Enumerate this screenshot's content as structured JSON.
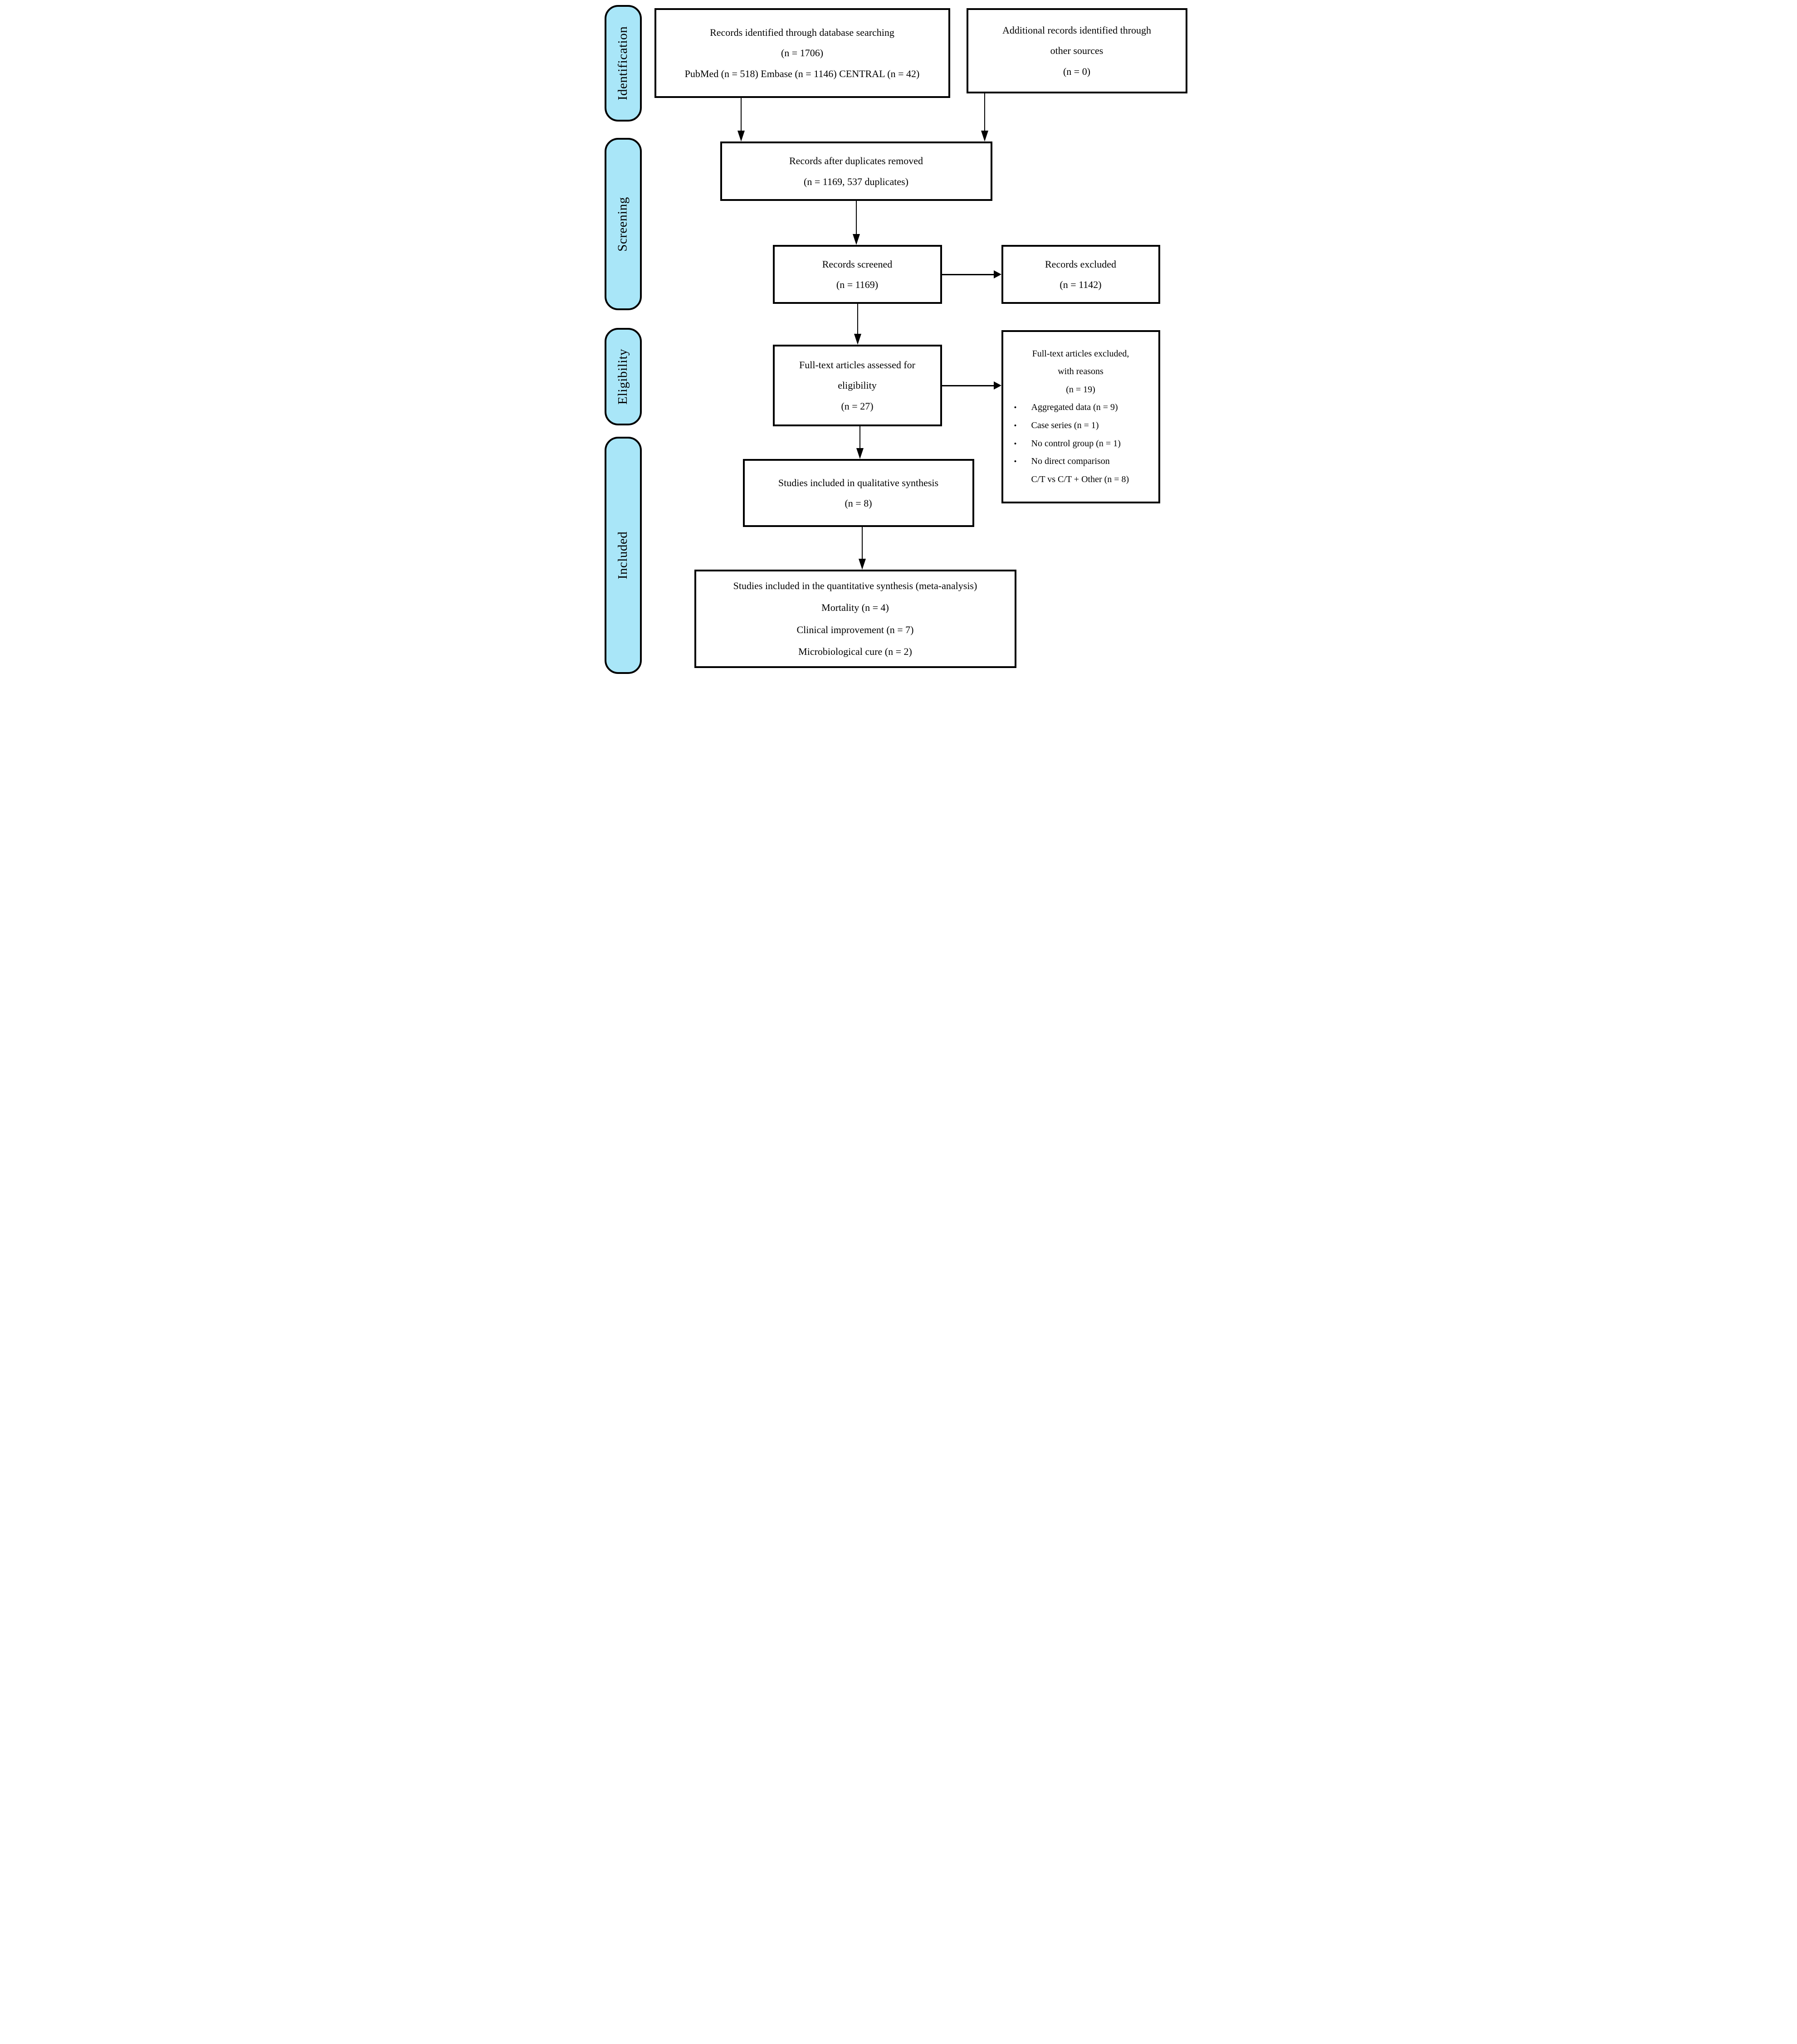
{
  "colors": {
    "stage_fill": "#A9E6F8",
    "box_fill": "#FFFFFF",
    "line_color": "#000000"
  },
  "stages": {
    "identification": "Identification",
    "screening": "Screening",
    "eligibility": "Eligibility",
    "included": "Included"
  },
  "boxes": {
    "records_identified": {
      "line1": "Records identified through database searching",
      "line2": "(n = 1706)",
      "line3": "PubMed (n = 518) Embase (n = 1146) CENTRAL (n = 42)"
    },
    "additional_records": {
      "line1": "Additional records identified through",
      "line2": "other sources",
      "line3": "(n = 0)"
    },
    "duplicates_removed": {
      "line1": "Records after duplicates removed",
      "line2": "(n = 1169, 537 duplicates)"
    },
    "records_screened": {
      "line1": "Records screened",
      "line2": "(n = 1169)"
    },
    "records_excluded": {
      "line1": "Records excluded",
      "line2": "(n = 1142)"
    },
    "fulltext_assessed": {
      "line1": "Full-text articles assessed for",
      "line2": "eligibility",
      "line3": "(n = 27)"
    },
    "fulltext_excluded": {
      "header1": "Full-text articles excluded,",
      "header2": "with reasons",
      "header3": "(n = 19)",
      "reasons": [
        "Aggregated data (n = 9)",
        "Case series (n = 1)",
        "No control group (n = 1)",
        "No direct comparison"
      ],
      "reason_continuation": "C/T vs C/T + Other (n = 8)"
    },
    "qualitative": {
      "line1": "Studies included in qualitative synthesis",
      "line2": "(n = 8)"
    },
    "quantitative": {
      "line1": "Studies included in the quantitative synthesis (meta-analysis)",
      "line2": "Mortality (n = 4)",
      "line3": "Clinical improvement (n = 7)",
      "line4": "Microbiological cure (n = 2)"
    }
  },
  "bullet_glyph": "•"
}
